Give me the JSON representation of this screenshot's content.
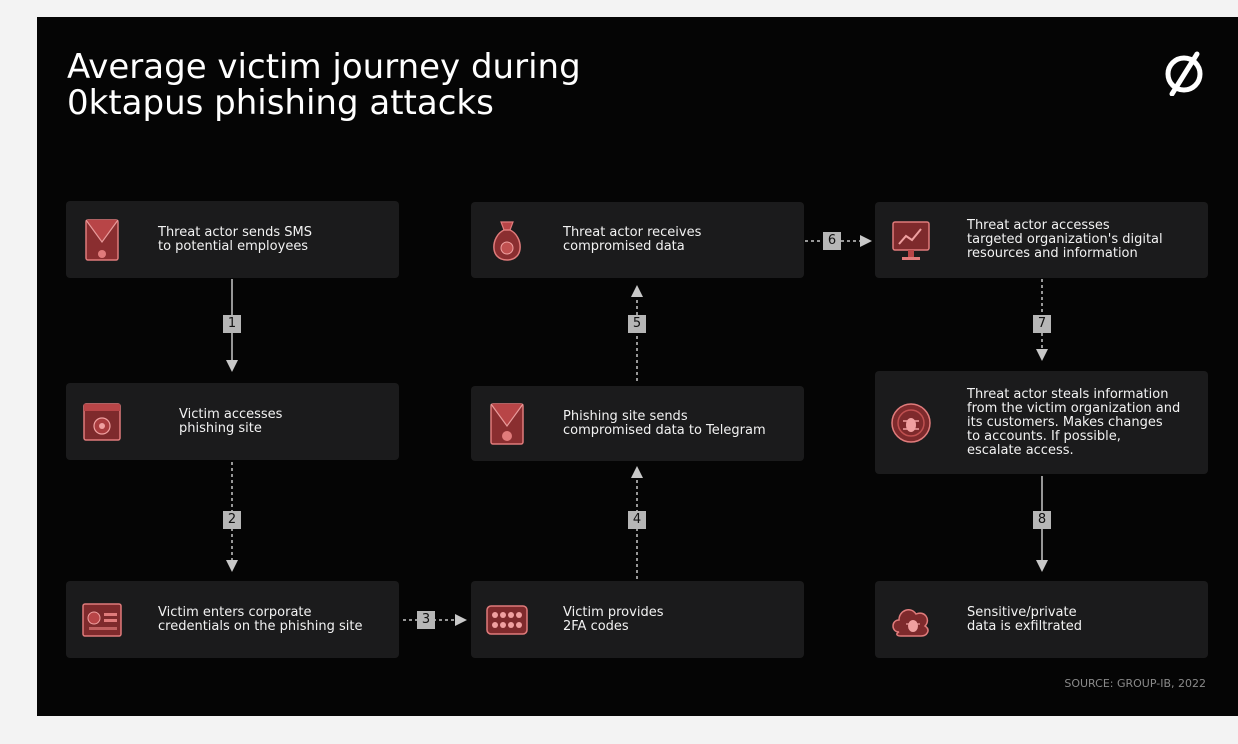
{
  "title_line1": "Average victim journey during",
  "title_line2": "0ktapus phishing attacks",
  "source": "SOURCE: GROUP-IB, 2022",
  "accent_color": "#c85a5a",
  "steps": [
    {
      "text": "Threat actor sends SMS\nto potential employees",
      "icon": "envelope-icon"
    },
    {
      "text": "Victim accesses\nphishing site",
      "icon": "browser-window-icon"
    },
    {
      "text": "Victim enters corporate\ncredentials on the phishing site",
      "icon": "credentials-card-icon"
    },
    {
      "text": "Victim provides\n2FA codes",
      "icon": "keypad-icon"
    },
    {
      "text": "Phishing site sends\ncompromised data to Telegram",
      "icon": "envelope-icon"
    },
    {
      "text": "Threat actor receives\ncompromised data",
      "icon": "money-bag-icon"
    },
    {
      "text": "Threat actor accesses\ntargeted organization's digital\nresources and information",
      "icon": "monitor-chart-icon"
    },
    {
      "text": "Threat actor steals information\nfrom the victim organization and\nits customers. Makes changes\nto accounts. If possible,\nescalate access.",
      "icon": "bug-coin-icon"
    },
    {
      "text": "Sensitive/private\ndata is exfiltrated",
      "icon": "cloud-bug-icon"
    }
  ],
  "connectors": [
    "1",
    "2",
    "3",
    "4",
    "5",
    "6",
    "7",
    "8"
  ]
}
